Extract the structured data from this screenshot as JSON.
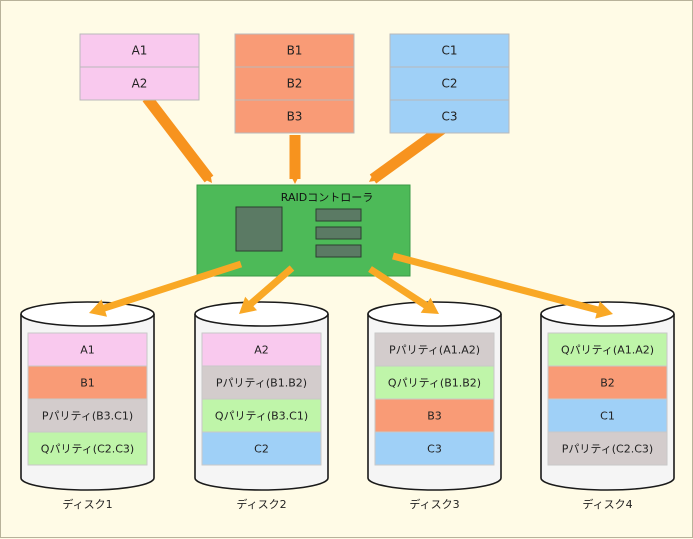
{
  "colors": {
    "pink": "#f9c9ee",
    "orange": "#f99b76",
    "blue": "#9fd0f7",
    "gray": "#d3cccc",
    "green": "#bff5a9",
    "controller": "#4dba58",
    "arrow_in": "#f7931e",
    "arrow_out": "#f9a825"
  },
  "inputs": [
    {
      "name": "input-a",
      "color": "pink",
      "blocks": [
        "A1",
        "A2"
      ]
    },
    {
      "name": "input-b",
      "color": "orange",
      "blocks": [
        "B1",
        "B2",
        "B3"
      ]
    },
    {
      "name": "input-c",
      "color": "blue",
      "blocks": [
        "C1",
        "C2",
        "C3"
      ]
    }
  ],
  "controller": {
    "label": "RAIDコントローラ"
  },
  "disks": [
    {
      "label": "ディスク1",
      "blocks": [
        {
          "text": "A1",
          "color": "pink"
        },
        {
          "text": "B1",
          "color": "orange"
        },
        {
          "text": "Pパリティ(B3.C1)",
          "color": "gray"
        },
        {
          "text": "Qパリティ(C2.C3)",
          "color": "green"
        }
      ]
    },
    {
      "label": "ディスク2",
      "blocks": [
        {
          "text": "A2",
          "color": "pink"
        },
        {
          "text": "Pパリティ(B1.B2)",
          "color": "gray"
        },
        {
          "text": "Qパリティ(B3.C1)",
          "color": "green"
        },
        {
          "text": "C2",
          "color": "blue"
        }
      ]
    },
    {
      "label": "ディスク3",
      "blocks": [
        {
          "text": "Pパリティ(A1.A2)",
          "color": "gray"
        },
        {
          "text": "Qパリティ(B1.B2)",
          "color": "green"
        },
        {
          "text": "B3",
          "color": "orange"
        },
        {
          "text": "C3",
          "color": "blue"
        }
      ]
    },
    {
      "label": "ディスク4",
      "blocks": [
        {
          "text": "Qパリティ(A1.A2)",
          "color": "green"
        },
        {
          "text": "B2",
          "color": "orange"
        },
        {
          "text": "C1",
          "color": "blue"
        },
        {
          "text": "Pパリティ(C2.C3)",
          "color": "gray"
        }
      ]
    }
  ]
}
